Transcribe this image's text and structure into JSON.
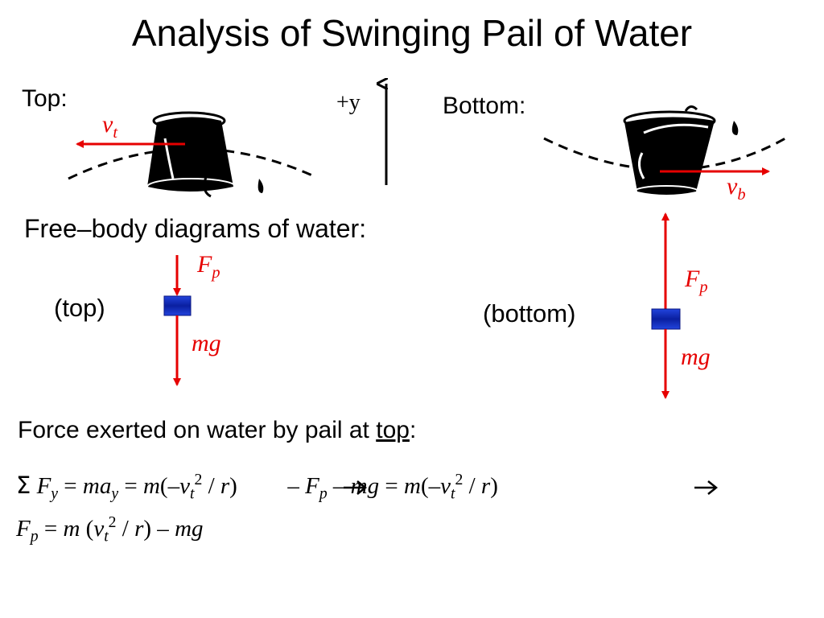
{
  "title": "Analysis of Swinging Pail of Water",
  "top_label": "Top:",
  "bottom_label": "Bottom:",
  "plus_y": "+y",
  "v_top": {
    "base": "v",
    "sub": "t"
  },
  "v_bottom": {
    "base": "v",
    "sub": "b"
  },
  "fbd_heading": "Free–body diagrams of water:",
  "fbd_top_label": "(top)",
  "fbd_bottom_label": "(bottom)",
  "fp": {
    "base": "F",
    "sub": "p"
  },
  "mg": "mg",
  "force_heading_prefix": "Force exerted on water by pail at ",
  "force_heading_underlined": "top",
  "force_heading_suffix": ":",
  "colors": {
    "arrow_red": "#e60000",
    "block_blue": "#1133cc",
    "ink": "#000000"
  }
}
